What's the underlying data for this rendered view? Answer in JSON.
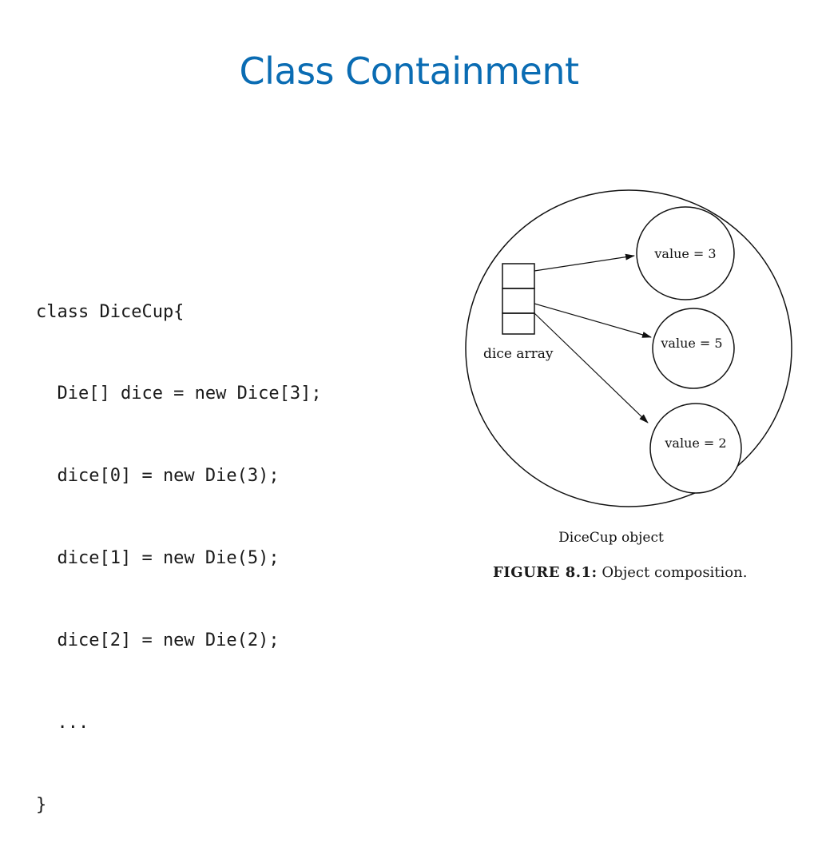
{
  "slide": {
    "title": "Class Containment"
  },
  "code": {
    "lines": [
      "class DiceCup{",
      "  Die[] dice = new Dice[3];",
      "  dice[0] = new Die(3);",
      "  dice[1] = new Die(5);",
      "  dice[2] = new Die(2);",
      "  ...",
      "}"
    ]
  },
  "figure": {
    "array_label": "dice array",
    "object_label": "DiceCup object",
    "values": [
      "value = 3",
      "value = 5",
      "value = 2"
    ],
    "caption_label": "FIGURE 8.1:",
    "caption_text": "Object composition."
  }
}
